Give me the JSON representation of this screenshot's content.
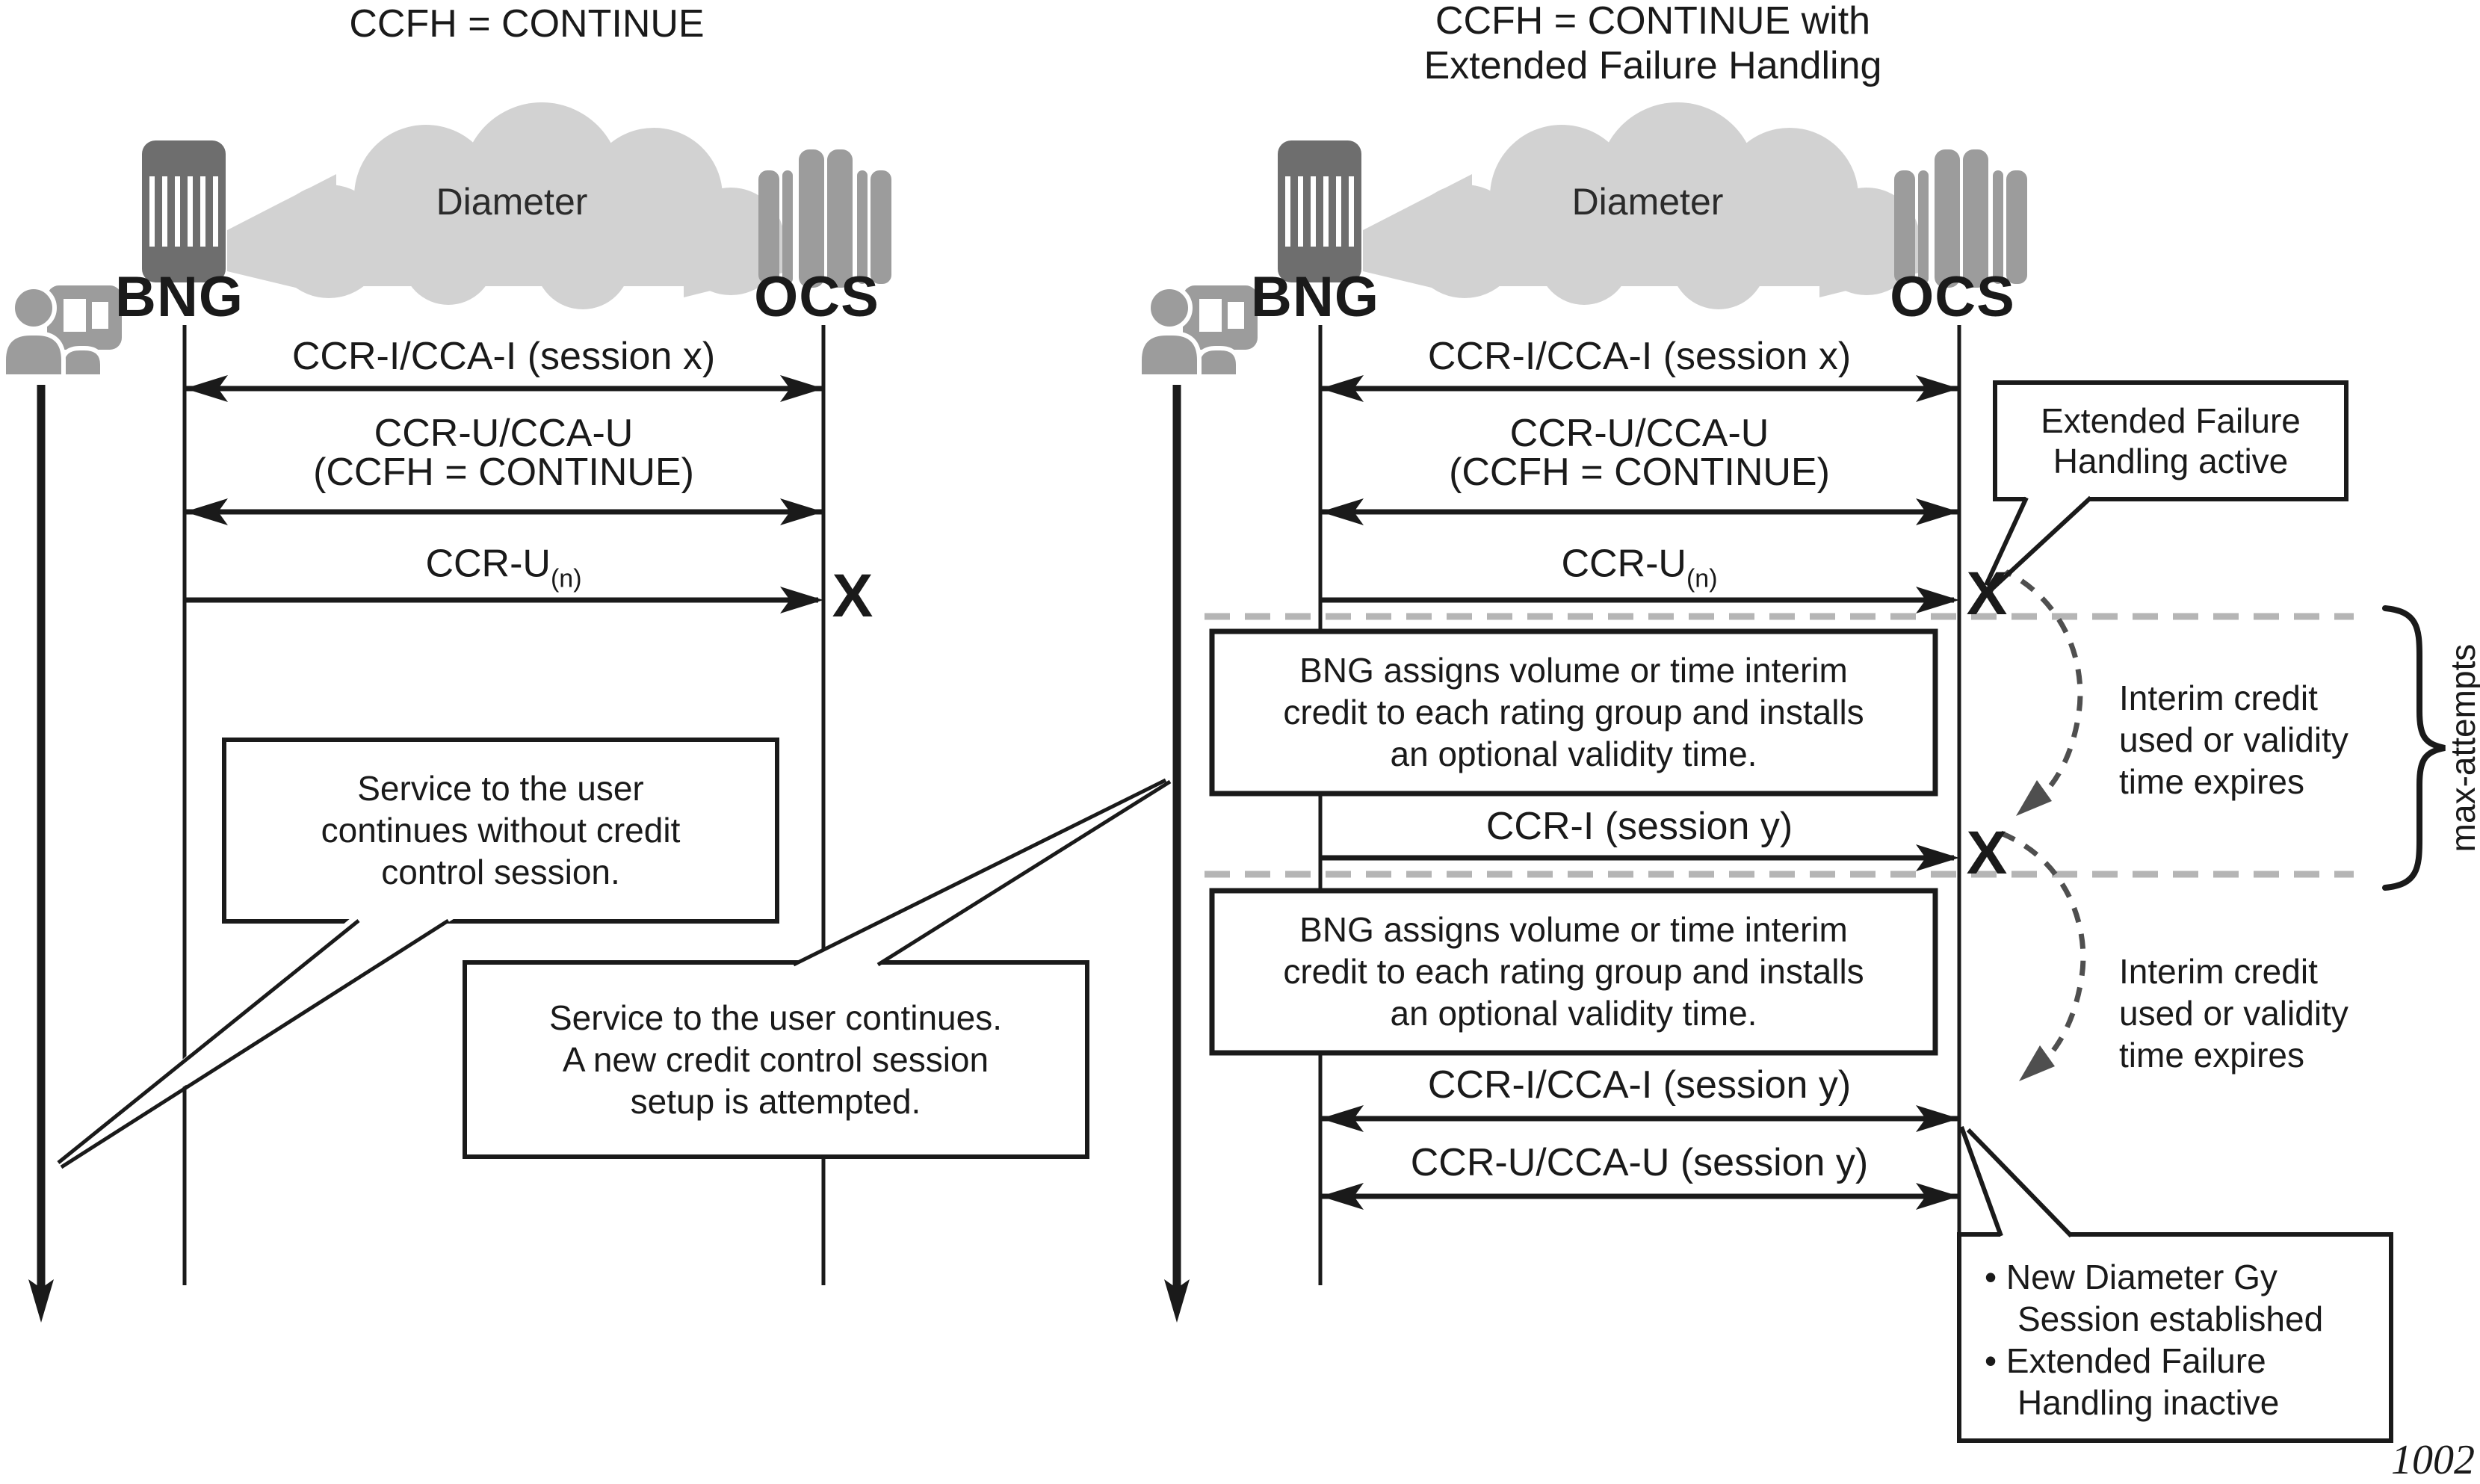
{
  "figure": {
    "number": "1002"
  },
  "marks": {
    "failure": "X"
  },
  "left": {
    "title": "CCFH = CONTINUE",
    "network": "Diameter",
    "bng": "BNG",
    "ocs": "OCS",
    "m1": "CCR-I/CCA-I (session x)",
    "m2a": "CCR-U/CCA-U",
    "m2b": "(CCFH = CONTINUE)",
    "m3": "CCR-U",
    "m3sub": "(n)",
    "callout1": {
      "l1": "Service to the user",
      "l2": "continues without credit",
      "l3": "control session."
    },
    "callout2": {
      "l1": "Service to the user continues.",
      "l2": "A new credit control session",
      "l3": "setup is attempted."
    }
  },
  "right": {
    "title1": "CCFH = CONTINUE with",
    "title2": "Extended Failure Handling",
    "network": "Diameter",
    "bng": "BNG",
    "ocs": "OCS",
    "m1": "CCR-I/CCA-I (session x)",
    "m2a": "CCR-U/CCA-U",
    "m2b": "(CCFH = CONTINUE)",
    "m3": "CCR-U",
    "m3sub": "(n)",
    "interim_box": {
      "l1": "BNG assigns volume or time interim",
      "l2": "credit to each rating group and installs",
      "l3": "an optional validity time."
    },
    "m4": "CCR-I (session y)",
    "m5": "CCR-I/CCA-I (session y)",
    "m6": "CCR-U/CCA-U (session y)",
    "efh_callout": {
      "l1": "Extended Failure",
      "l2": "Handling active"
    },
    "interim_note": {
      "l1": "Interim credit",
      "l2": "used or validity",
      "l3": "time expires"
    },
    "max_attempts": "max-attempts",
    "result_callout": {
      "l1": "• New Diameter Gy",
      "l2": "Session established",
      "l3": "• Extended Failure",
      "l4": "Handling inactive"
    }
  },
  "colors": {
    "ink": "#1a1a1a",
    "cloud": "#d2d2d2",
    "icon_dark": "#6e6e6e",
    "icon_gray": "#9c9c9c",
    "dashed_gray": "#b5b5b5",
    "curve_gray": "#4f4f4f"
  }
}
